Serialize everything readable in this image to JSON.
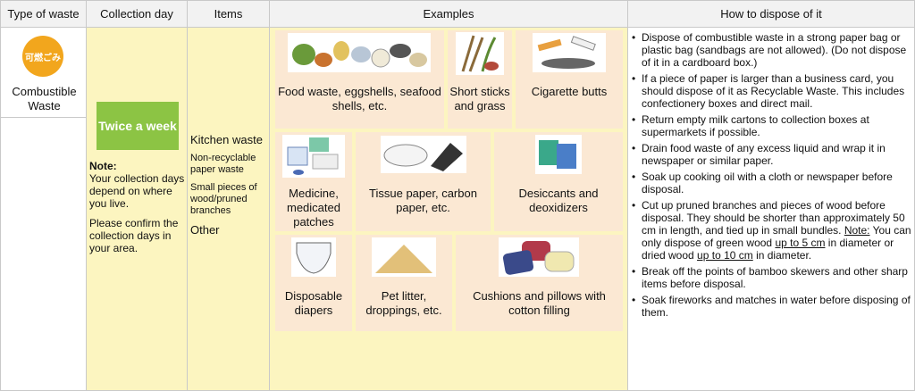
{
  "headers": {
    "type_of_waste": "Type of waste",
    "collection_day": "Collection day",
    "items": "Items",
    "examples": "Examples",
    "how_to_dispose": "How to dispose of it"
  },
  "waste_type": {
    "badge_text": "可燃ごみ",
    "label": "Combustible Waste",
    "badge_color": "#f2a61d"
  },
  "collection": {
    "frequency": "Twice a week",
    "frequency_color": "#8cc444",
    "note_heading": "Note:",
    "note_line1": "Your collection days depend on where you live.",
    "note_line2": "Please confirm the collection days in your area."
  },
  "items": [
    "Kitchen waste",
    "Non-recyclable paper waste",
    "Small pieces of wood/pruned branches",
    "Other"
  ],
  "examples": {
    "food_waste": "Food waste, eggshells, seafood shells, etc.",
    "sticks": "Short sticks and grass",
    "cigarette": "Cigarette butts",
    "medicine": "Medicine, medicated patches",
    "tissue": "Tissue paper, carbon paper, etc.",
    "desiccants": "Desiccants and deoxidizers",
    "diapers": "Disposable diapers",
    "pet_litter": "Pet litter, droppings, etc.",
    "cushions": "Cushions and pillows with cotton filling"
  },
  "how_to_dispose": {
    "b1": "Dispose of combustible waste in a strong paper bag or plastic bag (sandbags are not allowed). (Do not dispose of it in a cardboard box.)",
    "b2": "If a piece of paper is larger than a business card, you should dispose of it as Recyclable Waste. This includes confectionery boxes and direct mail.",
    "b3": "Return empty milk cartons to collection boxes at supermarkets if possible.",
    "b4": "Drain food waste of any excess liquid and wrap it in newspaper or similar paper.",
    "b5": "Soak up cooking oil with a cloth or newspaper before disposal.",
    "b6_a": "Cut up pruned branches and pieces of wood before disposal. They should be shorter than approximately 50 cm in length, and tied up in small bundles. ",
    "b6_note": "Note:",
    "b6_b": " You can only dispose of green wood ",
    "b6_u1": "up to 5 cm",
    "b6_c": " in diameter or dried wood ",
    "b6_u2": "up to 10 cm",
    "b6_d": " in diameter.",
    "b7": "Break off the points of bamboo skewers and other sharp items before disposal.",
    "b8": "Soak fireworks and matches in water before disposing of them."
  }
}
